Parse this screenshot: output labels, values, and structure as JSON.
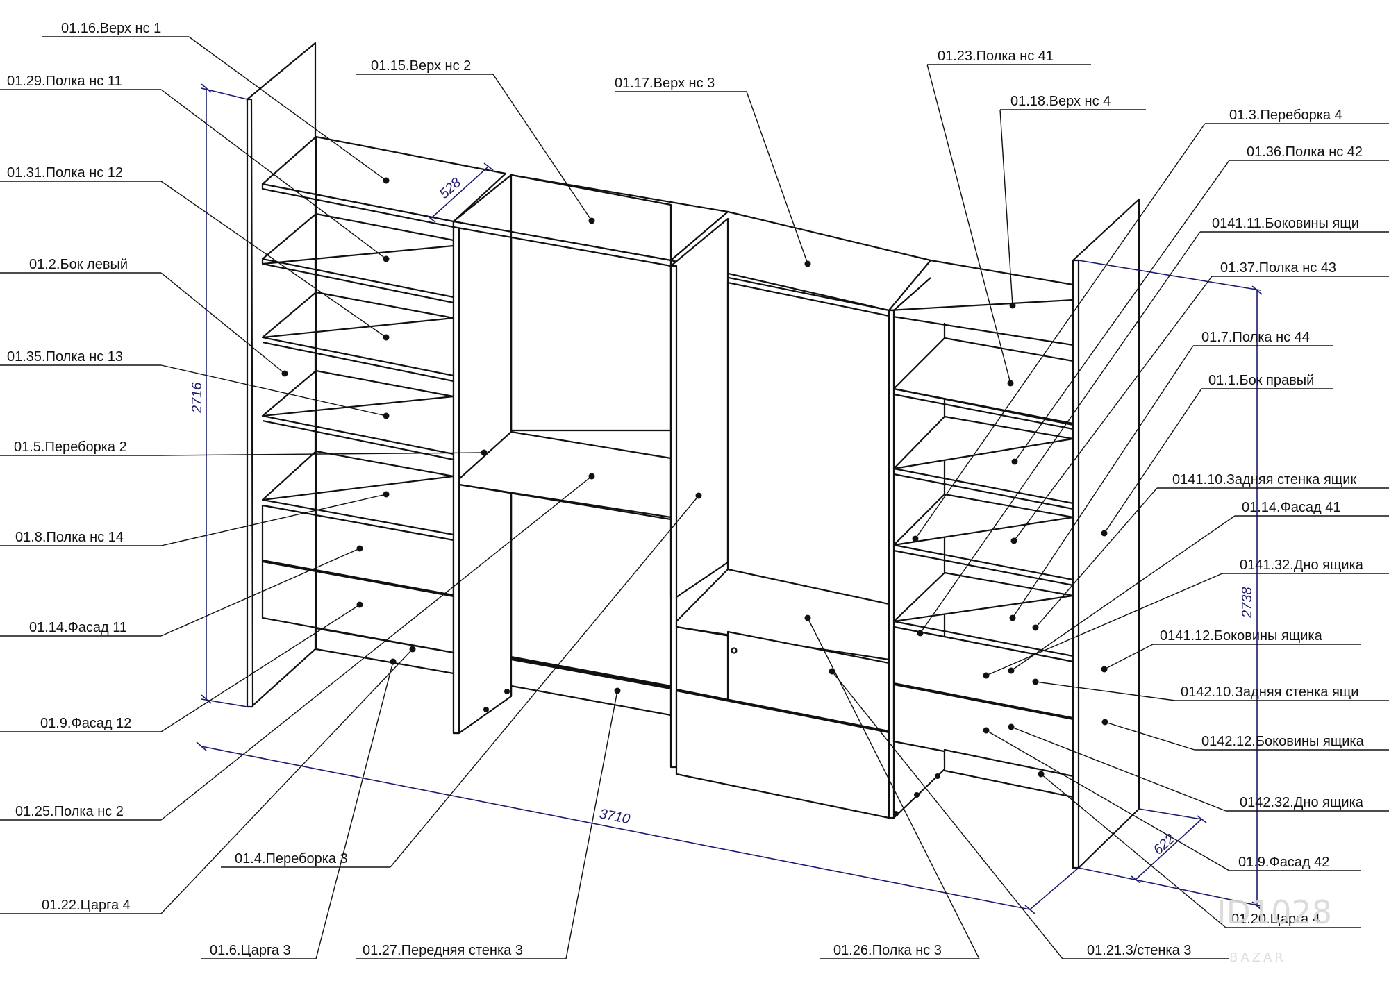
{
  "labels": [
    "01.16.Верх нс 1",
    "01.29.Полка нс 11",
    "01.31.Полка нс 12",
    "01.2.Бок левый",
    "01.35.Полка нс 13",
    "01.5.Переборка 2",
    "01.8.Полка нс 14",
    "01.14.Фасад 11",
    "01.9.Фасад 12",
    "01.25.Полка нс 2",
    "01.22.Царга 4",
    "01.6.Царга 3",
    "01.4.Переборка 3",
    "01.27.Передняя стенка 3",
    "01.15.Верх нс 2",
    "01.17.Верх нс 3",
    "01.26.Полка нс 3",
    "01.21.3/стенка 3",
    "01.23.Полка нс 41",
    "01.18.Верх нс 4",
    "01.3.Переборка 4",
    "01.36.Полка нс 42",
    "0141.11.Боковины ящи",
    "01.37.Полка нс 43",
    "01.7.Полка нс 44",
    "01.1.Бок правый",
    "0141.10.Задняя стенка ящик",
    "01.14.Фасад 41",
    "0141.32.Дно ящика",
    "0141.12.Боковины ящика",
    "0142.10.Задняя стенка ящи",
    "0142.12.Боковины ящика",
    "0142.32.Дно ящика",
    "01.9.Фасад 42",
    "01.20.Царга 4"
  ],
  "dimensions": {
    "height_left": "2716",
    "height_right": "2738",
    "width_total": "3710",
    "depth_left": "528",
    "depth_right": "622"
  },
  "watermark": {
    "id_text": "ID1028",
    "brand": "BAZAR"
  },
  "colors": {
    "lines": "#111111",
    "dimension": "#1a1a6e",
    "background": "#ffffff"
  }
}
